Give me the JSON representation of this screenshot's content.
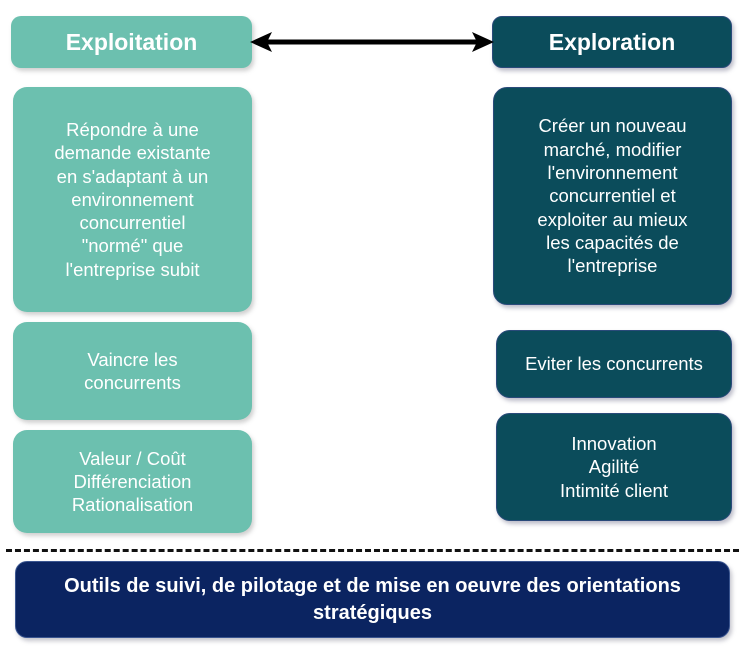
{
  "diagram": {
    "title_left": "Exploitation",
    "title_right": "Exploration",
    "arrow": "double-headed-horizontal-arrow",
    "colors": {
      "exploitation": "#6CC0AF",
      "exploration": "#0B4C5B",
      "banner": "#0B2461",
      "text": "#FFFFFF",
      "arrow": "#000000",
      "separator": "#111111"
    }
  },
  "left_column": {
    "header": "Exploitation",
    "boxes": [
      "Répondre à une\ndemande existante\nen s'adaptant à un\nenvironnement\nconcurrentiel\n\"normé\" que\nl'entreprise subit",
      "Vaincre les\nconcurrents",
      "Valeur / Coût\nDifférenciation\nRationalisation"
    ]
  },
  "right_column": {
    "header": "Exploration",
    "boxes": [
      "Créer un nouveau\nmarché, modifier\nl'environnement\nconcurrentiel et\nexploiter au mieux\nles capacités de\nl'entreprise",
      "Eviter les concurrents",
      "Innovation\nAgilité\nIntimité client"
    ]
  },
  "footer": {
    "banner": "Outils de suivi, de pilotage et de mise en oeuvre des orientations stratégiques"
  }
}
